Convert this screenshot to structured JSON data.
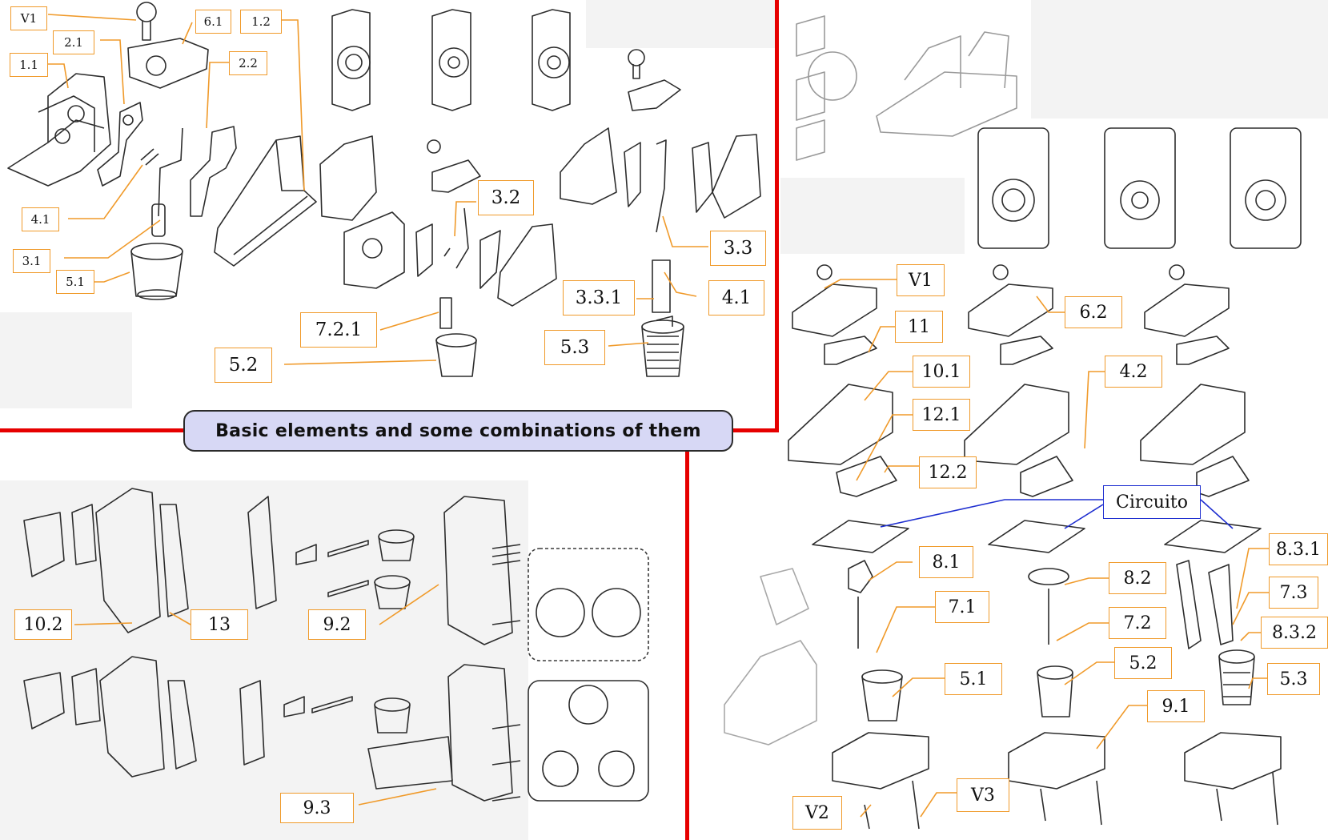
{
  "banner": {
    "title": "Basic elements and some combinations of them"
  },
  "colors": {
    "divider": "#e60000",
    "label_border": "#f09a2a",
    "circuit_border": "#1f2fd0",
    "banner_fill": "#d7d8f5"
  },
  "top_left_labels": [
    "V1",
    "6.1",
    "1.2",
    "2.1",
    "2.2",
    "1.1",
    "4.1",
    "3.1",
    "5.1",
    "3.2",
    "3.3",
    "3.3.1",
    "4.1",
    "7.2.1",
    "5.3",
    "5.2"
  ],
  "bottom_left_labels": [
    "10.2",
    "13",
    "9.2",
    "9.3"
  ],
  "right_labels": [
    "V1",
    "11",
    "6.2",
    "10.1",
    "4.2",
    "12.1",
    "12.2",
    "Circuito",
    "8.1",
    "8.2",
    "8.3.1",
    "7.1",
    "7.2",
    "7.3",
    "8.3.2",
    "5.1",
    "5.2",
    "5.3",
    "9.1",
    "V2",
    "V3"
  ]
}
